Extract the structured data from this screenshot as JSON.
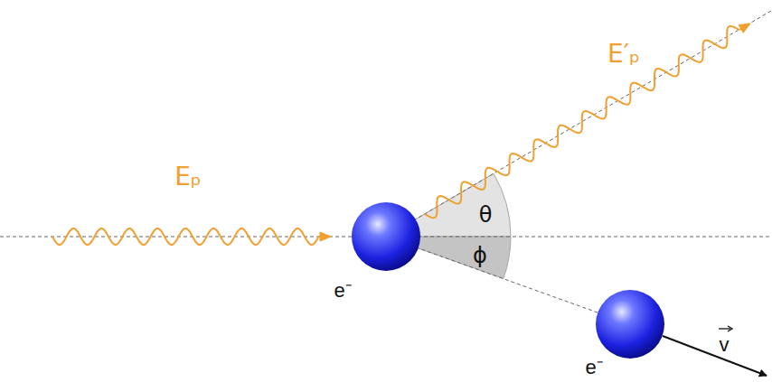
{
  "diagram": {
    "labels": [
      "E′ₚ",
      "Eₚ",
      "θ",
      "ϕ",
      "e⁻",
      "e⁻",
      "v"
    ]
  }
}
